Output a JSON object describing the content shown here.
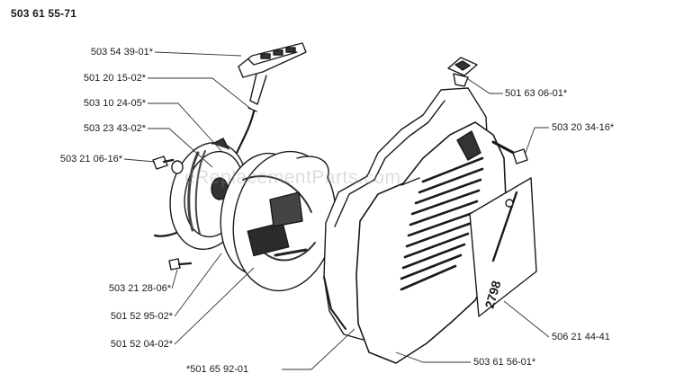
{
  "diagram": {
    "title": "503 61 55-71",
    "watermark": "eReplacementParts.com",
    "colors": {
      "ink": "#1a1a1a",
      "shade": "#555555",
      "paper": "#ffffff"
    },
    "parts": {
      "p1": "503 54 39-01*",
      "p2": "501 20 15-02*",
      "p3": "503 10 24-05*",
      "p4": "503 23 43-02*",
      "p5": "503 21 06-16*",
      "p6": "503 21 28-06*",
      "p7": "501 52 95-02*",
      "p8": "501 52 04-02*",
      "p9": "*501 65 92-01",
      "p10": "503 61 56-01*",
      "p11": "501 63 06-01*",
      "p12": "503 20 34-16*",
      "p13": "506 21 44-41"
    },
    "decal_text": "2798"
  }
}
